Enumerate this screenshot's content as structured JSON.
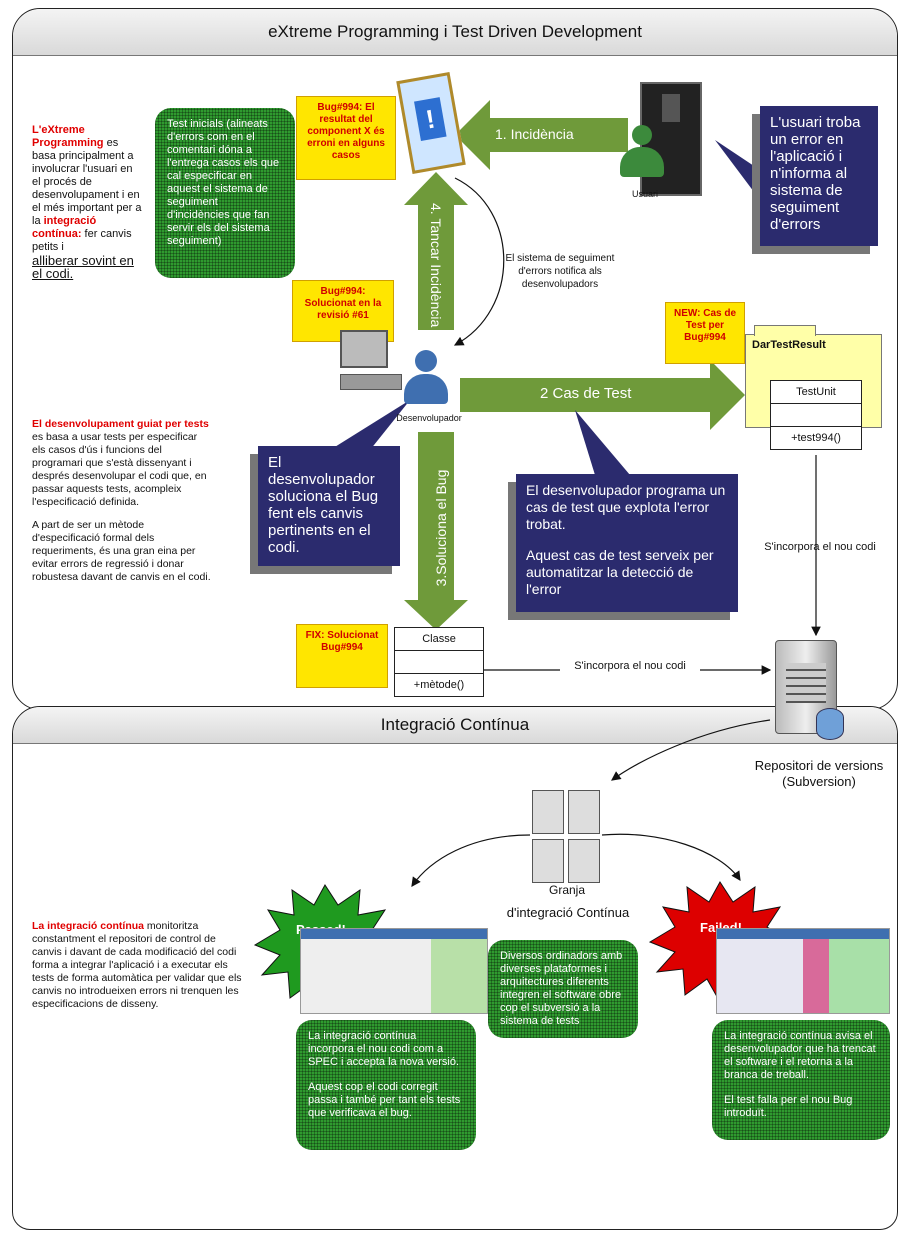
{
  "top_panel": {
    "title": "eXtreme Programming i Test Driven Development"
  },
  "bottom_panel": {
    "title": "Integració Contínua"
  },
  "left_text_1": {
    "p1_red": "L'eXtreme Programming",
    "p1_rest": " es basa principalment a involucrar l'usuari en el procés de desenvolupament i en el més important per a la ",
    "p1_red2": "integració contínua:",
    "p1_rest2": " fer canvis petits i",
    "p1_underline": "alliberar sovint en el codi."
  },
  "left_text_2": {
    "p1_red": "El desenvolupament guiat per tests",
    "p1_rest": " es basa a usar tests per especificar els casos d'ús i funcions del programari que s'està dissenyant i després desenvolupar el codi que, en passar aquests tests, acompleix l'especificació definida.",
    "p2": "A part de ser un mètode d'especificació formal dels requeriments, és una gran eina per evitar errors de regressió i donar robustesa davant de canvis en el codi."
  },
  "left_text_3": {
    "p1_red": "La integració contínua",
    "p1_rest": " monitoritza constantment el repositori de control de canvis i davant de cada modificació del codi forma a integrar l'aplicació i a executar els tests de forma automàtica per validar que els canvis no introdueixen errors ni trenquen les especificacions de disseny."
  },
  "green_box_top": "Test inicials (alineats d'errors com en el comentari dóna a l'entrega casos els que cal especificar en aquest el sistema de seguiment d'incidències que fan servir els del sistema seguiment)",
  "tag_bug_report": "Bug#994: El resultat del component X és erroni en alguns casos",
  "tag_bug_solved": "Bug#994: Solucionat en la revisió #61",
  "tag_new_test": "NEW: Cas de Test per Bug#994",
  "tag_fix": "FIX: Solucionat Bug#994",
  "note_user": "L'usuari troba un error en l'aplicació i n'informa al sistema de seguiment d'errors",
  "note_dev_fix": "El desenvolupador soluciona el Bug fent els canvis pertinents en el codi.",
  "note_dev_test_1": "El desenvolupador programa un cas de test que explota l'error trobat.",
  "note_dev_test_2": "Aquest cas de test serveix per automatitzar la detecció de l'error",
  "arrows": {
    "incidencia": "1. Incidència",
    "cas_de_test": "2 Cas de Test",
    "soluciona": "3.Soluciona el Bug",
    "tancar": "4. Tancar Incidència"
  },
  "labels": {
    "usuari": "Usuari",
    "desenvolupador": "Desenvolupador",
    "notifica": "El sistema de seguiment d'errors notifica als desenvolupadors",
    "incorpora_1": "S'incorpora el nou codi",
    "incorpora_2": "S'incorpora el nou codi",
    "repositori": "Repositori de versions (Subversion)",
    "granja_1": "Granja",
    "granja_2": "d'integració Contínua",
    "passed": "Passed!",
    "failed": "Failed!"
  },
  "uml_test": {
    "name": "DarTestResult",
    "rows": [
      "TestUnit",
      "",
      "+test994()"
    ]
  },
  "uml_class": {
    "rows": [
      "Classe",
      "",
      "+mètode()"
    ]
  },
  "green_box_center": "Diversos ordinadors amb diverses plataformes i arquitectures diferents integren el software obre cop el subversió a la sistema de tests",
  "green_box_passed_1": "La integració contínua incorpora el nou codi com a SPEC i accepta la nova versió.",
  "green_box_passed_2": "Aquest cop el codi corregit passa i també per tant els tests que verificava el bug.",
  "green_box_failed_1": "La integració contínua avisa el desenvolupador que ha trencat el software i el retorna a la branca de treball.",
  "green_box_failed_2": "El test falla per el nou Bug introduït."
}
